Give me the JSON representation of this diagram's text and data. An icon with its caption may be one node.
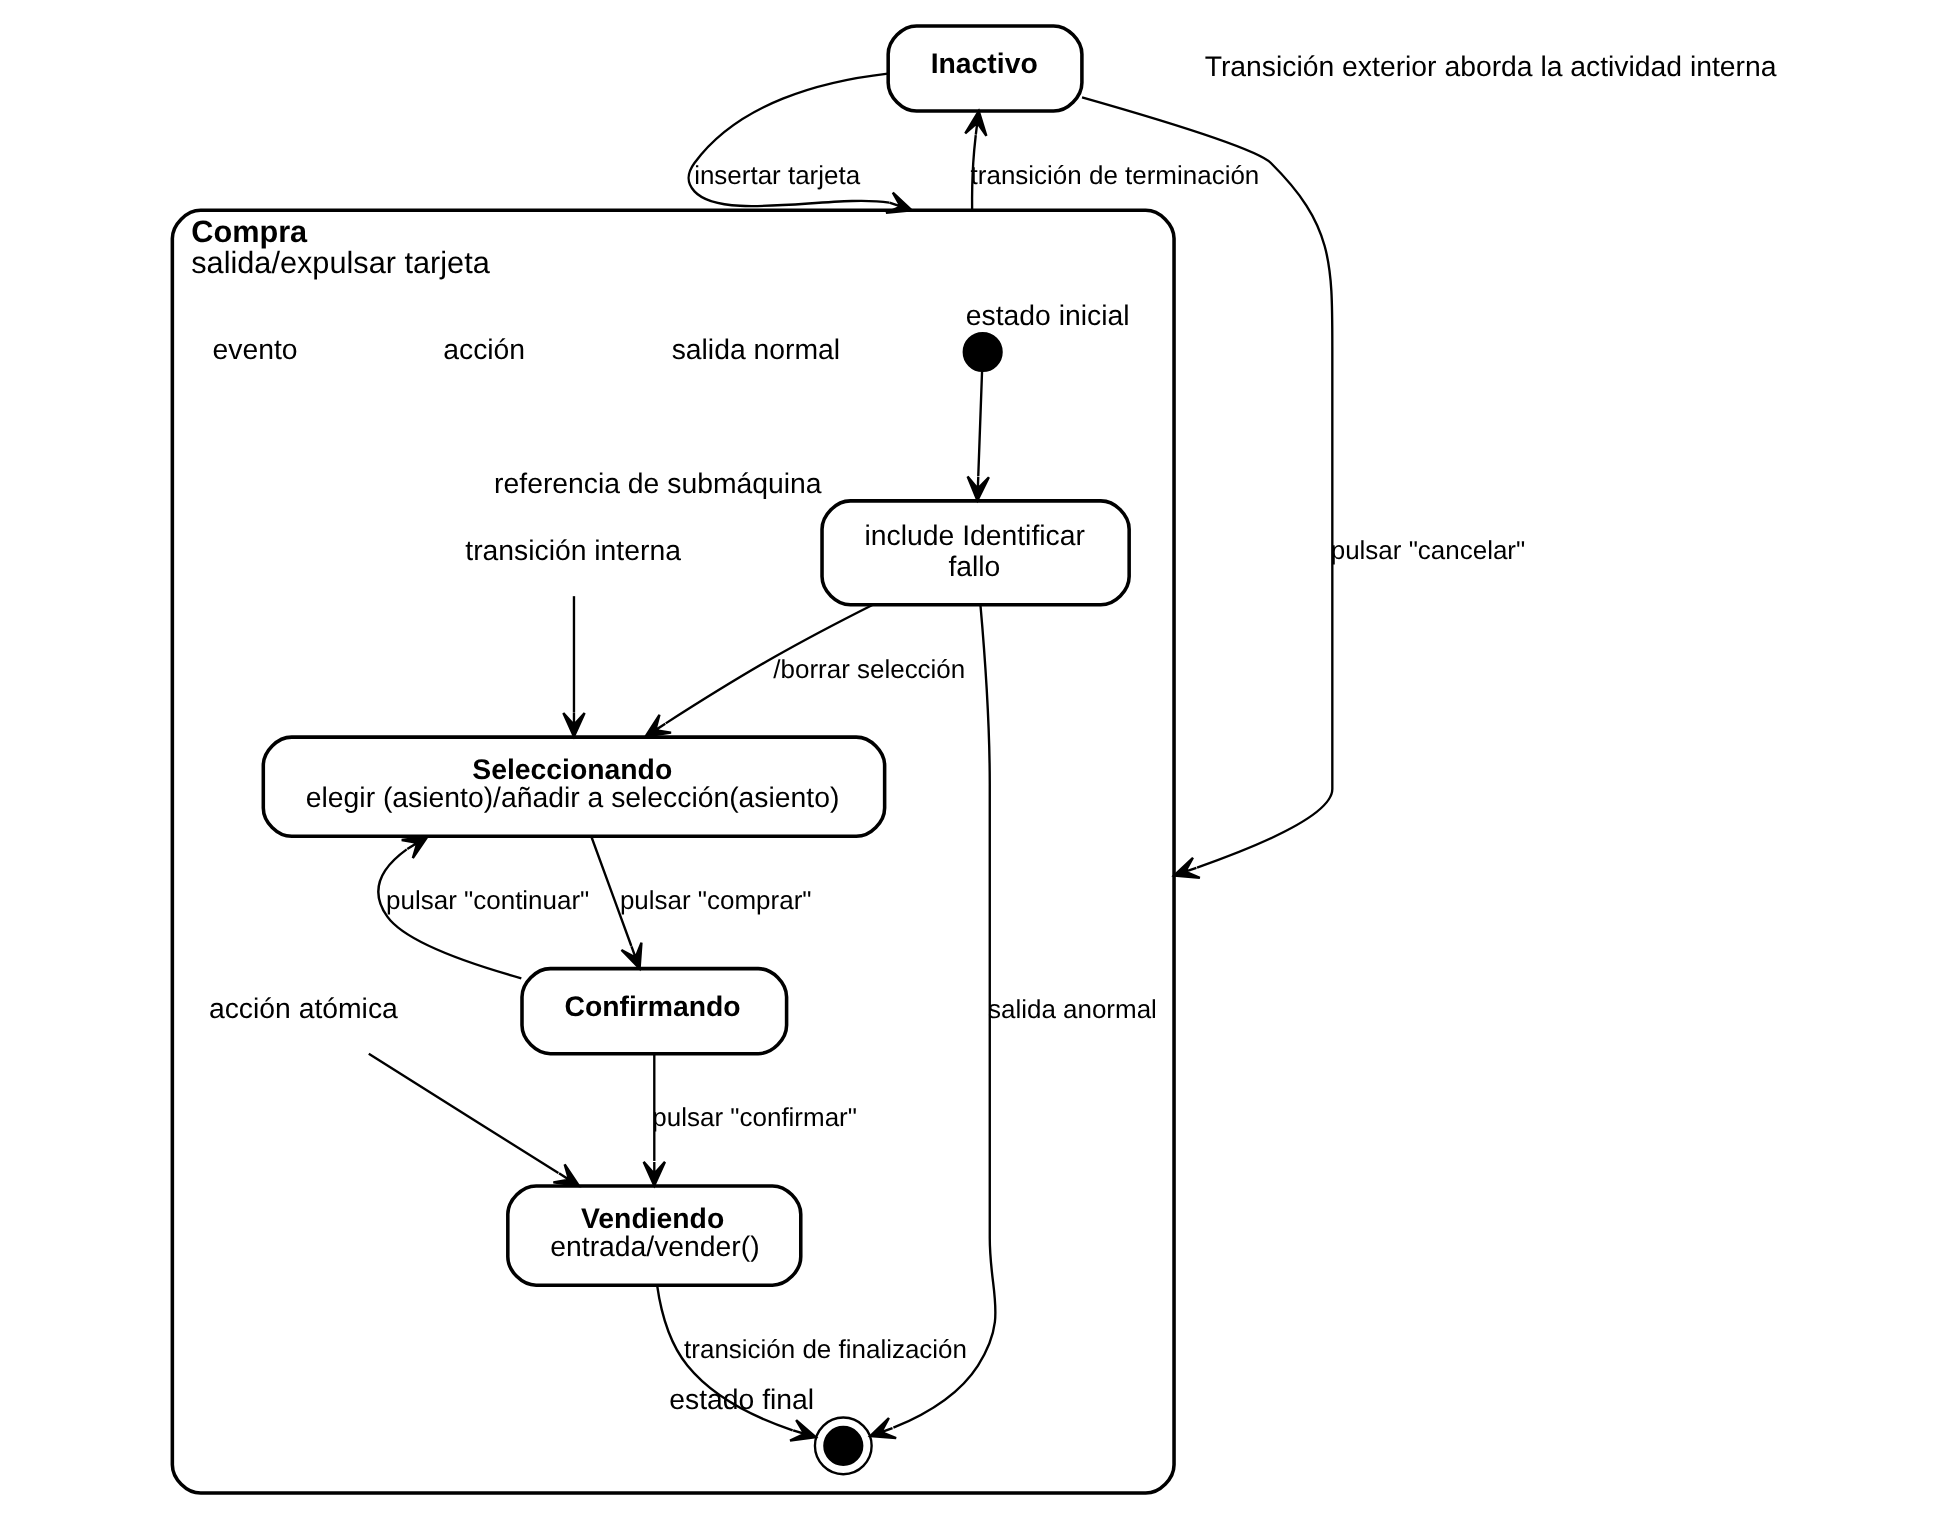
{
  "diagram": {
    "nodes": [
      {
        "text": [
          "Compra",
          "salida/expulsar tarjeta"
        ]
      },
      {
        "text": [],
        "shape": "circle",
        "in": 0,
        "beside": [
          "estado inicial"
        ]
      },
      {
        "text": [
          "include Identificar",
          "fallo"
        ],
        "in": 0,
        "beside": [
          "referencia de submáquina"
        ]
      },
      {
        "text": [],
        "shape": "circle",
        "in": 0,
        "beside": [
          "estado final"
        ]
      },
      {
        "text": [
          "Seleccionando",
          "elegir (asiento)/añadir a selección(asiento)"
        ],
        "in": 0
      },
      {
        "text": [
          "Confirmando"
        ],
        "in": 0
      },
      {
        "text": [
          "Vendiendo",
          "entrada/vender()"
        ],
        "in": 0
      },
      {
        "text": [
          "Inactivo"
        ]
      },
      {
        "text": [
          "transición interna"
        ],
        "in": 0
      },
      {
        "text": [
          "acción atómica"
        ],
        "in": 0
      }
    ],
    "edges": [
      {
        "from": 1,
        "to": 2,
        "arrow": "to"
      },
      {
        "from": 2,
        "to": 3,
        "arrow": "to",
        "label": "salida anormal"
      },
      {
        "from": 2,
        "to": 4,
        "arrow": "to",
        "label": "/borrar selección"
      },
      {
        "from": 4,
        "to": 5,
        "arrow": "to",
        "label": "pulsar \"comprar\""
      },
      {
        "from": 5,
        "to": 4,
        "arrow": "to",
        "label": "pulsar \"continuar\""
      },
      {
        "from": 5,
        "to": 6,
        "arrow": "to",
        "label": "pulsar \"confirmar\""
      },
      {
        "from": 6,
        "to": 3,
        "arrow": "to",
        "label": "transición de finalización"
      },
      {
        "from": 7,
        "to": 0,
        "arrow": "to",
        "label": "insertar tarjeta"
      },
      {
        "from": 0,
        "to": 7,
        "arrow": "to",
        "label": "transición de terminación"
      },
      {
        "from": 7,
        "to": 0,
        "arrow": "to",
        "label": "pulsar \"cancelar\""
      },
      {
        "from": 8,
        "to": 4,
        "arrow": "to"
      },
      {
        "from": 9,
        "to": 6,
        "arrow": "to"
      }
    ],
    "labels": [
      "salida normal",
      "acción",
      "evento",
      "Transición exterior aborda la actividad interna"
    ]
  }
}
